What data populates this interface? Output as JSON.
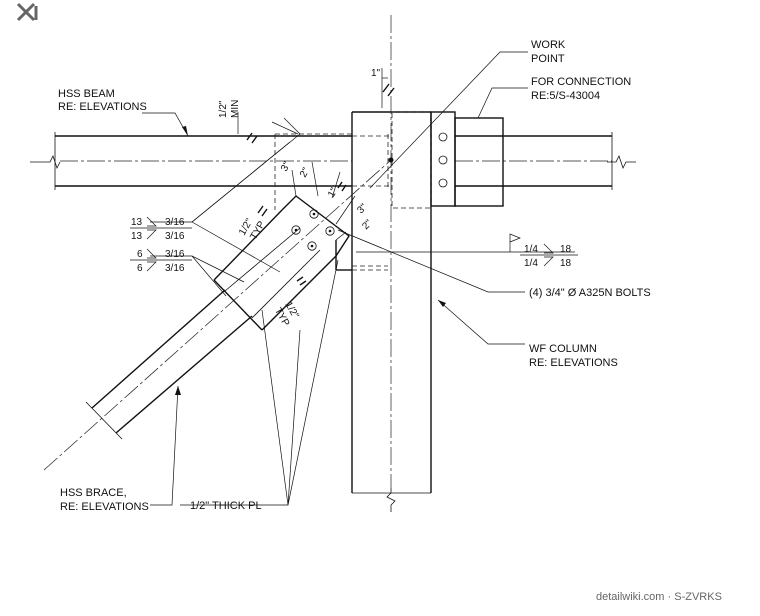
{
  "labels": {
    "hss_beam": [
      "HSS BEAM",
      "RE: ELEVATIONS"
    ],
    "work_point": [
      "WORK",
      "POINT"
    ],
    "for_connection": [
      "FOR CONNECTION",
      "RE:5/S-43004"
    ],
    "min_gap": [
      "1/2\"",
      "MIN"
    ],
    "one_inch": "1\"",
    "three_in_a": "3\"",
    "two_in_a": "2\"",
    "one_in_b": "1\"",
    "three_in_b": "3\"",
    "two_in_b": "2\"",
    "typ_top": [
      "1/2\"",
      "TYP"
    ],
    "typ_bottom": [
      "1/2\"",
      "TYP"
    ],
    "weld_a": [
      "13",
      "3/16",
      "13",
      "3/16"
    ],
    "weld_b": [
      "6",
      "3/16",
      "6",
      "3/16"
    ],
    "weld_c": [
      "1/4",
      "18",
      "1/4",
      "18"
    ],
    "bolts": "(4) 3/4\" Ø A325N BOLTS",
    "wf_column": [
      "WF COLUMN",
      "RE: ELEVATIONS"
    ],
    "hss_brace": [
      "HSS BRACE,",
      "RE: ELEVATIONS"
    ],
    "plate": "1/2\" THICK PL"
  },
  "watermark": "detailwiki.com · S-ZVRKS",
  "colors": {
    "ink": "#111111",
    "paper": "#ffffff",
    "watermark": "#666666"
  }
}
